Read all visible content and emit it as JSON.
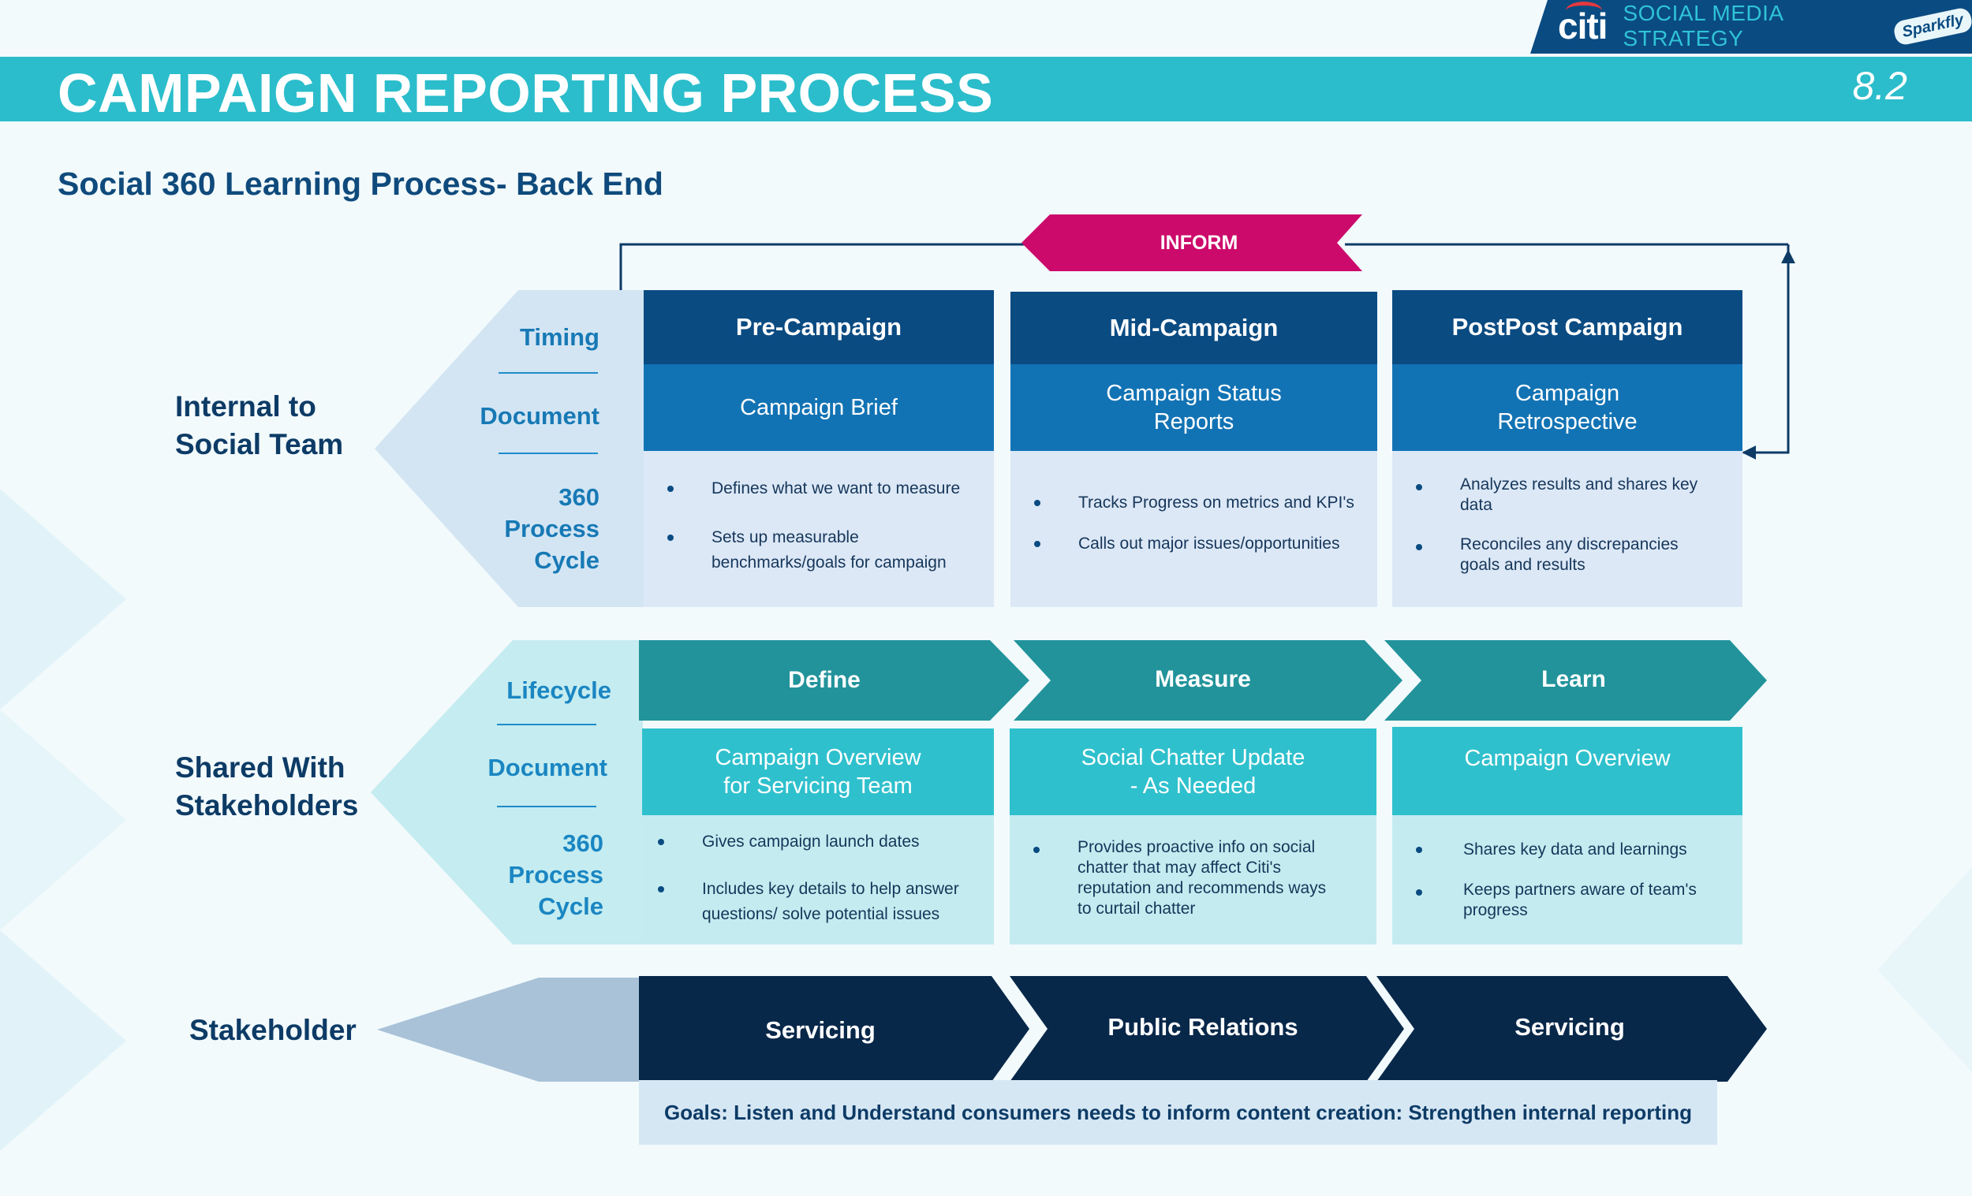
{
  "header": {
    "brand": "citi",
    "brand_title": "SOCIAL MEDIA STRATEGY",
    "badge": "Sparkfly",
    "title": "CAMPAIGN REPORTING PROCESS",
    "page_number": "8.2"
  },
  "subtitle": "Social 360 Learning Process- Back End",
  "inform": "INFORM",
  "internal": {
    "label_line1": "Internal to",
    "label_line2": "Social Team",
    "sub_timing": "Timing",
    "sub_document": "Document",
    "sub_cycle": [
      "360",
      "Process",
      "Cycle"
    ],
    "columns": [
      {
        "timing": "Pre-Campaign",
        "document": "Campaign Brief",
        "bullets": [
          [
            "Defines what we want to measure"
          ],
          [
            "Sets up measurable",
            "benchmarks/goals for campaign"
          ]
        ]
      },
      {
        "timing": "Mid-Campaign",
        "document": [
          "Campaign Status",
          "Reports"
        ],
        "bullets": [
          [
            "Tracks Progress on metrics and KPI's"
          ],
          [
            "Calls out major issues/opportunities"
          ]
        ]
      },
      {
        "timing": "PostPost Campaign",
        "document": [
          "Campaign",
          "Retrospective"
        ],
        "bullets": [
          [
            "Analyzes results and shares key",
            "data"
          ],
          [
            "Reconciles any discrepancies",
            "goals and results"
          ]
        ]
      }
    ]
  },
  "shared": {
    "label_line1": "Shared With",
    "label_line2": "Stakeholders",
    "sub_lifecycle": "Lifecycle",
    "sub_document": "Document",
    "sub_cycle": [
      "360",
      "Process",
      "Cycle"
    ],
    "columns": [
      {
        "lifecycle": "Define",
        "document": [
          "Campaign Overview",
          "for Servicing Team"
        ],
        "bullets": [
          [
            "Gives campaign launch dates"
          ],
          [
            "Includes key details to help answer",
            "questions/ solve potential issues"
          ]
        ]
      },
      {
        "lifecycle": "Measure",
        "document": [
          "Social Chatter Update",
          "- As Needed"
        ],
        "bullets": [
          [
            "Provides proactive info on social",
            "chatter that may affect Citi's",
            "reputation and recommends ways",
            "to curtail chatter"
          ]
        ]
      },
      {
        "lifecycle": "Learn",
        "document": [
          "Campaign Overview"
        ],
        "bullets": [
          [
            "Shares key data and learnings"
          ],
          [
            "Keeps partners aware of team's",
            "progress"
          ]
        ]
      }
    ]
  },
  "stakeholder": {
    "label": "Stakeholder",
    "items": [
      "Servicing",
      "Public Relations",
      "Servicing"
    ]
  },
  "goals": "Goals: Listen and Understand consumers needs to inform content creation: Strengthen internal reporting",
  "colors": {
    "navy": "#0a4b82",
    "blue": "#1273b4",
    "teal": "#2bbdcb",
    "teal_dark": "#22939b",
    "magenta": "#cc0a6b",
    "dark_navy": "#08284a"
  }
}
